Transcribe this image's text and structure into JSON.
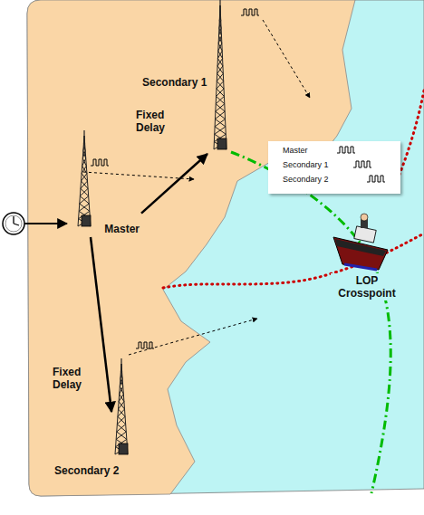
{
  "diagram": {
    "nodes": [
      {
        "text": [
          "Secondary 1"
        ]
      },
      {
        "text": [
          "Master"
        ]
      },
      {
        "text": [
          "Secondary 2"
        ]
      },
      {
        "text": [
          "Master",
          "Secondary 1",
          "Secondary 2"
        ]
      },
      {
        "text": [
          "LOP Crosspoint"
        ]
      }
    ],
    "edges": [
      {
        "from": 1,
        "to": 0,
        "arrow": "to",
        "label": "Fixed Delay"
      },
      {
        "from": 1,
        "to": 2,
        "arrow": "to",
        "label": "Fixed Delay"
      }
    ]
  }
}
